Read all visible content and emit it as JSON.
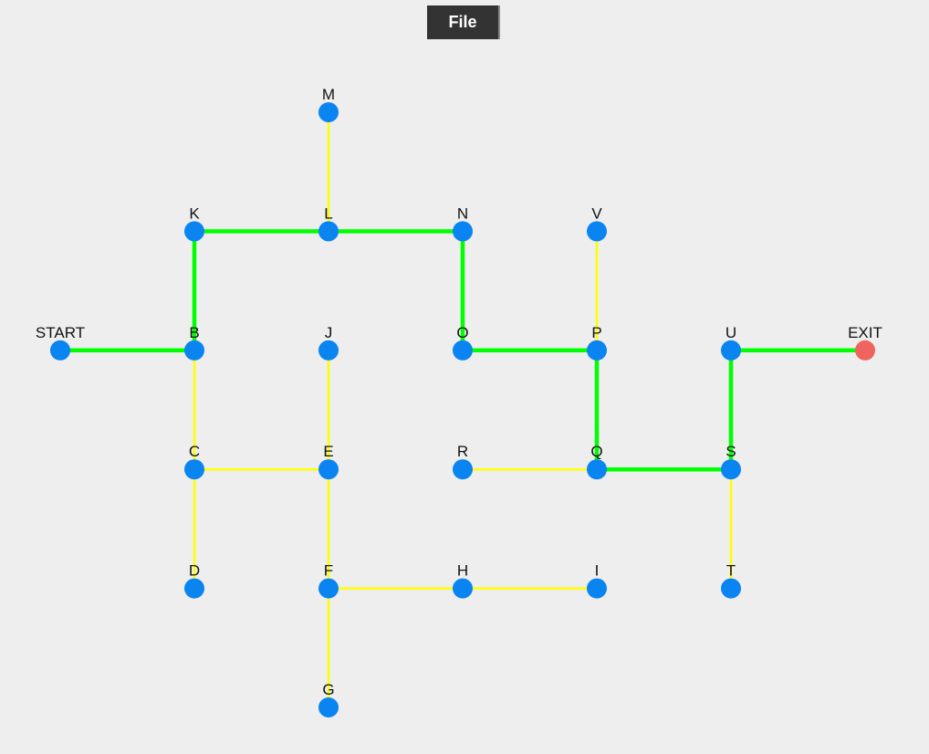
{
  "menu": {
    "file_label": "File"
  },
  "colors": {
    "background": "#eeeeee",
    "node": "#0a84f0",
    "exit_node": "#f0645f",
    "edge": "#ffff00",
    "path": "#00ff00"
  },
  "nodes": [
    {
      "id": "START",
      "label": "START",
      "col": 0,
      "row": 2,
      "kind": "start"
    },
    {
      "id": "B",
      "label": "B",
      "col": 1,
      "row": 2
    },
    {
      "id": "C",
      "label": "C",
      "col": 1,
      "row": 3
    },
    {
      "id": "D",
      "label": "D",
      "col": 1,
      "row": 4
    },
    {
      "id": "K",
      "label": "K",
      "col": 1,
      "row": 1
    },
    {
      "id": "M",
      "label": "M",
      "col": 2,
      "row": 0
    },
    {
      "id": "L",
      "label": "L",
      "col": 2,
      "row": 1
    },
    {
      "id": "J",
      "label": "J",
      "col": 2,
      "row": 2
    },
    {
      "id": "E",
      "label": "E",
      "col": 2,
      "row": 3
    },
    {
      "id": "F",
      "label": "F",
      "col": 2,
      "row": 4
    },
    {
      "id": "G",
      "label": "G",
      "col": 2,
      "row": 5
    },
    {
      "id": "N",
      "label": "N",
      "col": 3,
      "row": 1
    },
    {
      "id": "O",
      "label": "O",
      "col": 3,
      "row": 2
    },
    {
      "id": "R",
      "label": "R",
      "col": 3,
      "row": 3
    },
    {
      "id": "H",
      "label": "H",
      "col": 3,
      "row": 4
    },
    {
      "id": "V",
      "label": "V",
      "col": 4,
      "row": 1
    },
    {
      "id": "P",
      "label": "P",
      "col": 4,
      "row": 2
    },
    {
      "id": "Q",
      "label": "Q",
      "col": 4,
      "row": 3
    },
    {
      "id": "I",
      "label": "I",
      "col": 4,
      "row": 4
    },
    {
      "id": "U",
      "label": "U",
      "col": 5,
      "row": 2
    },
    {
      "id": "S",
      "label": "S",
      "col": 5,
      "row": 3
    },
    {
      "id": "T",
      "label": "T",
      "col": 5,
      "row": 4
    },
    {
      "id": "EXIT",
      "label": "EXIT",
      "col": 6,
      "row": 2,
      "kind": "exit"
    }
  ],
  "edges": [
    [
      "START",
      "B"
    ],
    [
      "B",
      "C"
    ],
    [
      "C",
      "D"
    ],
    [
      "C",
      "E"
    ],
    [
      "B",
      "K"
    ],
    [
      "K",
      "L"
    ],
    [
      "L",
      "M"
    ],
    [
      "L",
      "N"
    ],
    [
      "J",
      "E"
    ],
    [
      "E",
      "F"
    ],
    [
      "F",
      "G"
    ],
    [
      "F",
      "H"
    ],
    [
      "H",
      "I"
    ],
    [
      "N",
      "O"
    ],
    [
      "O",
      "P"
    ],
    [
      "P",
      "V"
    ],
    [
      "P",
      "Q"
    ],
    [
      "R",
      "Q"
    ],
    [
      "Q",
      "S"
    ],
    [
      "S",
      "T"
    ],
    [
      "S",
      "U"
    ],
    [
      "U",
      "EXIT"
    ]
  ],
  "solution_path": [
    "START",
    "B",
    "K",
    "L",
    "N",
    "O",
    "P",
    "Q",
    "S",
    "U",
    "EXIT"
  ]
}
